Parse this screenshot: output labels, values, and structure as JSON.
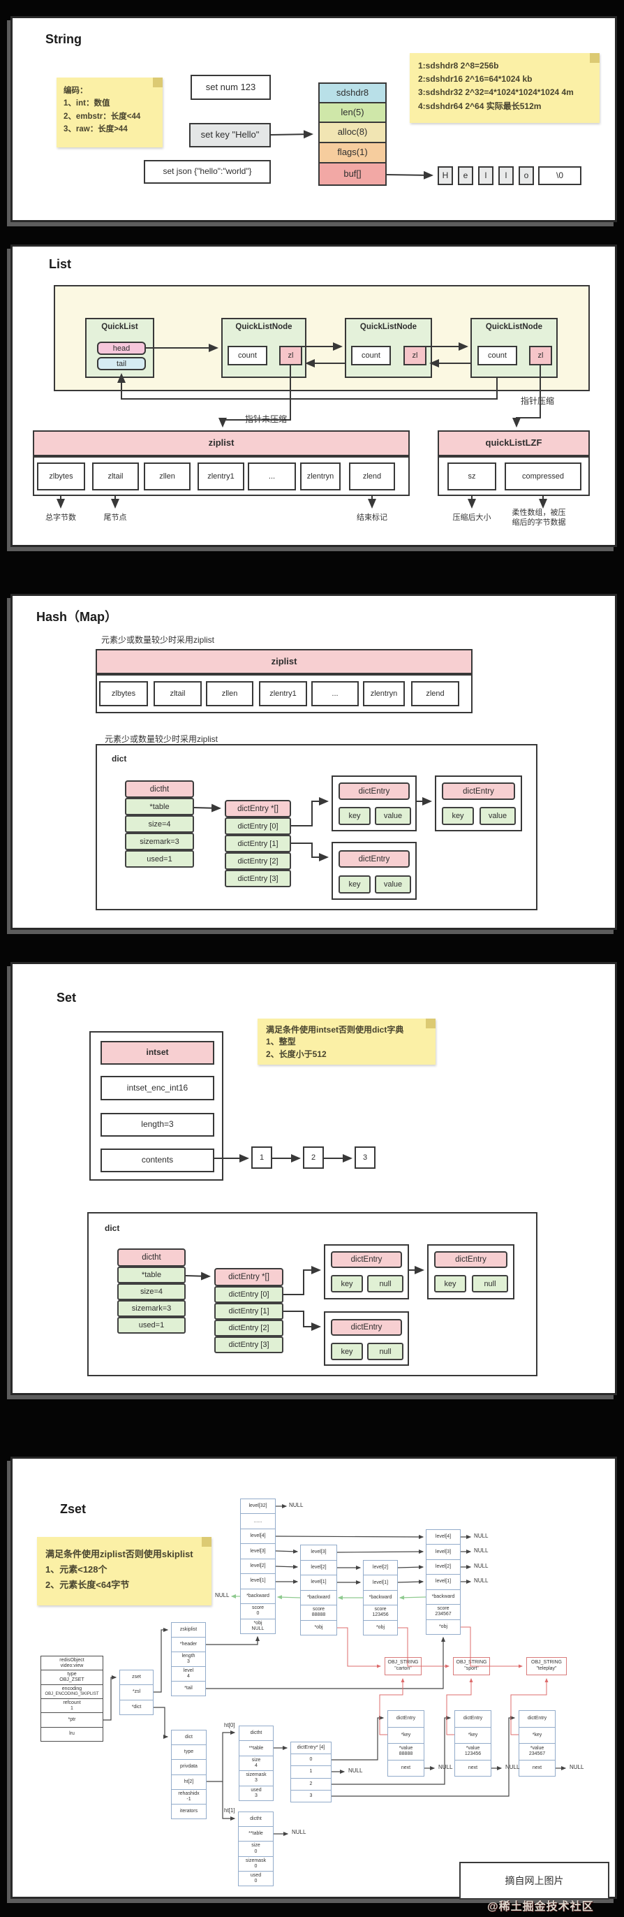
{
  "watermark": "@稀土掘金技术社区",
  "string": {
    "title": "String",
    "note_left": [
      "编码：",
      "1、int：数值",
      "2、embstr：长度<44",
      "3、raw：长度>44"
    ],
    "cmd_num": "set num 123",
    "cmd_key": "set key \"Hello\"",
    "cmd_json": "set json {\"hello\":\"world\"}",
    "stack": [
      "sdshdr8",
      "len(5)",
      "alloc(8)",
      "flags(1)",
      "buf[]"
    ],
    "note_right": [
      "1:sdshdr8 2^8=256b",
      "2:sdshdr16 2^16=64*1024 kb",
      "3:sdshdr32 2^32=4*1024*1024*1024 4m",
      "4:sdshdr64 2^64 实际最长512m"
    ],
    "chars": [
      "H",
      "e",
      "l",
      "l",
      "o",
      "\\0"
    ]
  },
  "list": {
    "title": "List",
    "quicklist_title": "QuickList",
    "head": "head",
    "tail": "tail",
    "node_title": "QuickListNode",
    "count": "count",
    "zl": "zl",
    "ptr_uncompressed": "指针未压缩",
    "ptr_compressed": "指针压缩",
    "ziplist_title": "ziplist",
    "ziplist_cells": [
      "zlbytes",
      "zltail",
      "zllen",
      "zlentry1",
      "...",
      "zlentryn",
      "zlend"
    ],
    "lzf_title": "quickListLZF",
    "lzf_cells": [
      "sz",
      "compressed"
    ],
    "lbl_total": "总字节数",
    "lbl_tail": "尾节点",
    "lbl_end": "结束标记",
    "lbl_size": "压缩后大小",
    "lbl_flex": "柔性数组，被压缩后的字节数据"
  },
  "hash": {
    "title": "Hash（Map）",
    "caption1": "元素少或数量较少时采用ziplist",
    "caption2": "元素少或数量较少时采用ziplist",
    "ziplist_title": "ziplist",
    "ziplist_cells": [
      "zlbytes",
      "zltail",
      "zllen",
      "zlentry1",
      "...",
      "zlentryn",
      "zlend"
    ],
    "dict_label": "dict",
    "dictht_title": "dictht",
    "dictht_rows": [
      "*table",
      "size=4",
      "sizemark=3",
      "used=1"
    ],
    "entries_title": "dictEntry *[]",
    "entries_rows": [
      "dictEntry [0]",
      "dictEntry [1]",
      "dictEntry [2]",
      "dictEntry [3]"
    ],
    "entry_title": "dictEntry",
    "key": "key",
    "value": "value"
  },
  "set": {
    "title": "Set",
    "note": [
      "满足条件使用intset否则使用dict字典",
      "1、整型",
      "2、长度小于512"
    ],
    "intset_title": "intset",
    "intset_rows": [
      "intset_enc_int16",
      "length=3",
      "contents"
    ],
    "cells": [
      "1",
      "2",
      "3"
    ],
    "dict_label": "dict",
    "dictht_title": "dictht",
    "dictht_rows": [
      "*table",
      "size=4",
      "sizemark=3",
      "used=1"
    ],
    "entries_title": "dictEntry *[]",
    "entries_rows": [
      "dictEntry [0]",
      "dictEntry [1]",
      "dictEntry [2]",
      "dictEntry [3]"
    ],
    "entry_title": "dictEntry",
    "key": "key",
    "null": "null"
  },
  "zset": {
    "title": "Zset",
    "note": [
      "满足条件使用ziplist否则使用skiplist",
      "1、元素<128个",
      "2、元素长度<64字节"
    ],
    "null": "NULL",
    "node0": [
      "level[32]",
      "......",
      "level[4]",
      "level[3]",
      "level[2]",
      "level[1]",
      "*backward"
    ],
    "node0_score": [
      "score",
      "0"
    ],
    "node0_obj": [
      "*obj",
      "NULL"
    ],
    "node1": [
      "level[3]",
      "level[2]",
      "level[1]",
      "*backward"
    ],
    "node1_score": [
      "score",
      "88888"
    ],
    "node2": [
      "level[2]",
      "level[1]",
      "*backward"
    ],
    "node2_score": [
      "score",
      "123456"
    ],
    "node3": [
      "level[4]",
      "level[3]",
      "level[2]",
      "level[1]",
      "*backward"
    ],
    "node3_score": [
      "score",
      "234567"
    ],
    "obj": "*obj",
    "zskiplist": [
      "zskiplist",
      "*header"
    ],
    "zskiplist_length": [
      "length",
      "3"
    ],
    "zskiplist_level": [
      "level",
      "4"
    ],
    "zskiplist_tail": "*tail",
    "zset_rows": [
      "zset",
      "*zsl",
      "*dict"
    ],
    "ro": [
      [
        "redisObject",
        "video:view"
      ],
      [
        "type",
        "OBJ_ZSET"
      ],
      [
        "encoding",
        "OBJ_ENCODING_SKIPLIST"
      ],
      [
        "refcount",
        "1"
      ],
      [
        "*ptr"
      ],
      [
        "lru"
      ]
    ],
    "dict_rows": [
      "dict",
      "type",
      "privdata",
      "ht[2]"
    ],
    "dict_rehash": [
      "rehashidx",
      "-1"
    ],
    "dict_iter": "iterators",
    "ht0_label": "ht[0]",
    "ht1_label": "ht[1]",
    "dictht": "dictht",
    "table2": "**table",
    "ht0_rows": [
      [
        "size",
        "4"
      ],
      [
        "sizemask",
        "3"
      ],
      [
        "used",
        "3"
      ]
    ],
    "ht1_rows": [
      [
        "size",
        "0"
      ],
      [
        "sizemask",
        "0"
      ],
      [
        "used",
        "0"
      ]
    ],
    "arr_title": "dictEntry* [4]",
    "arr_rows": [
      "0",
      "1",
      "2",
      "3"
    ],
    "entry_title": "dictEntry",
    "entry_key": "*key",
    "entry_value": "*value",
    "entry_next": "next",
    "values": [
      "88888",
      "123456",
      "234567"
    ],
    "obj_strings": [
      [
        "OBJ_STRING",
        "\"carton\""
      ],
      [
        "OBJ_STRING",
        "\"sport\""
      ],
      [
        "OBJ_STRING",
        "\"teleplay\""
      ]
    ],
    "source_note": "摘自网上图片"
  }
}
